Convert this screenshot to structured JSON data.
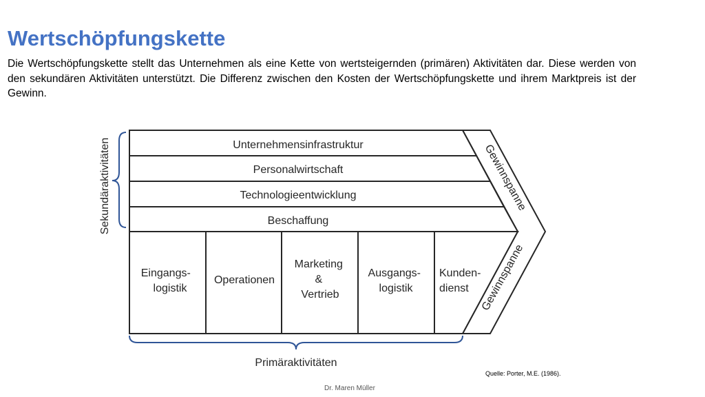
{
  "slide": {
    "title": "Wertschöpfungskette",
    "intro": "Die Wertschöpfungskette stellt das Unternehmen als eine Kette von wertsteigernden (primären) Aktivitäten dar. Diese werden von den sekundären Aktivitäten unterstützt. Die Differenz zwischen den Kosten der Wertschöpfungskette und ihrem Marktpreis ist der Gewinn.",
    "source": "Quelle: Porter, M.E. (1986).",
    "footer": "Dr. Maren Müller"
  },
  "diagram": {
    "secondary_label": "Sekundäraktivitäten",
    "primary_label": "Primäraktivitäten",
    "margin_label_top": "Gewinnspanne",
    "margin_label_bottom": "Gewinnspanne",
    "support_activities": [
      "Unternehmensinfrastruktur",
      "Personalwirtschaft",
      "Technologieentwicklung",
      "Beschaffung"
    ],
    "primary_activities": [
      {
        "line1": "Eingangs-",
        "line2": "logistik",
        "line3": ""
      },
      {
        "line1": "Operationen",
        "line2": "",
        "line3": ""
      },
      {
        "line1": "Marketing",
        "line2": "&",
        "line3": "Vertrieb"
      },
      {
        "line1": "Ausgangs-",
        "line2": "logistik",
        "line3": ""
      },
      {
        "line1": "Kunden-",
        "line2": "dienst",
        "line3": ""
      }
    ]
  }
}
